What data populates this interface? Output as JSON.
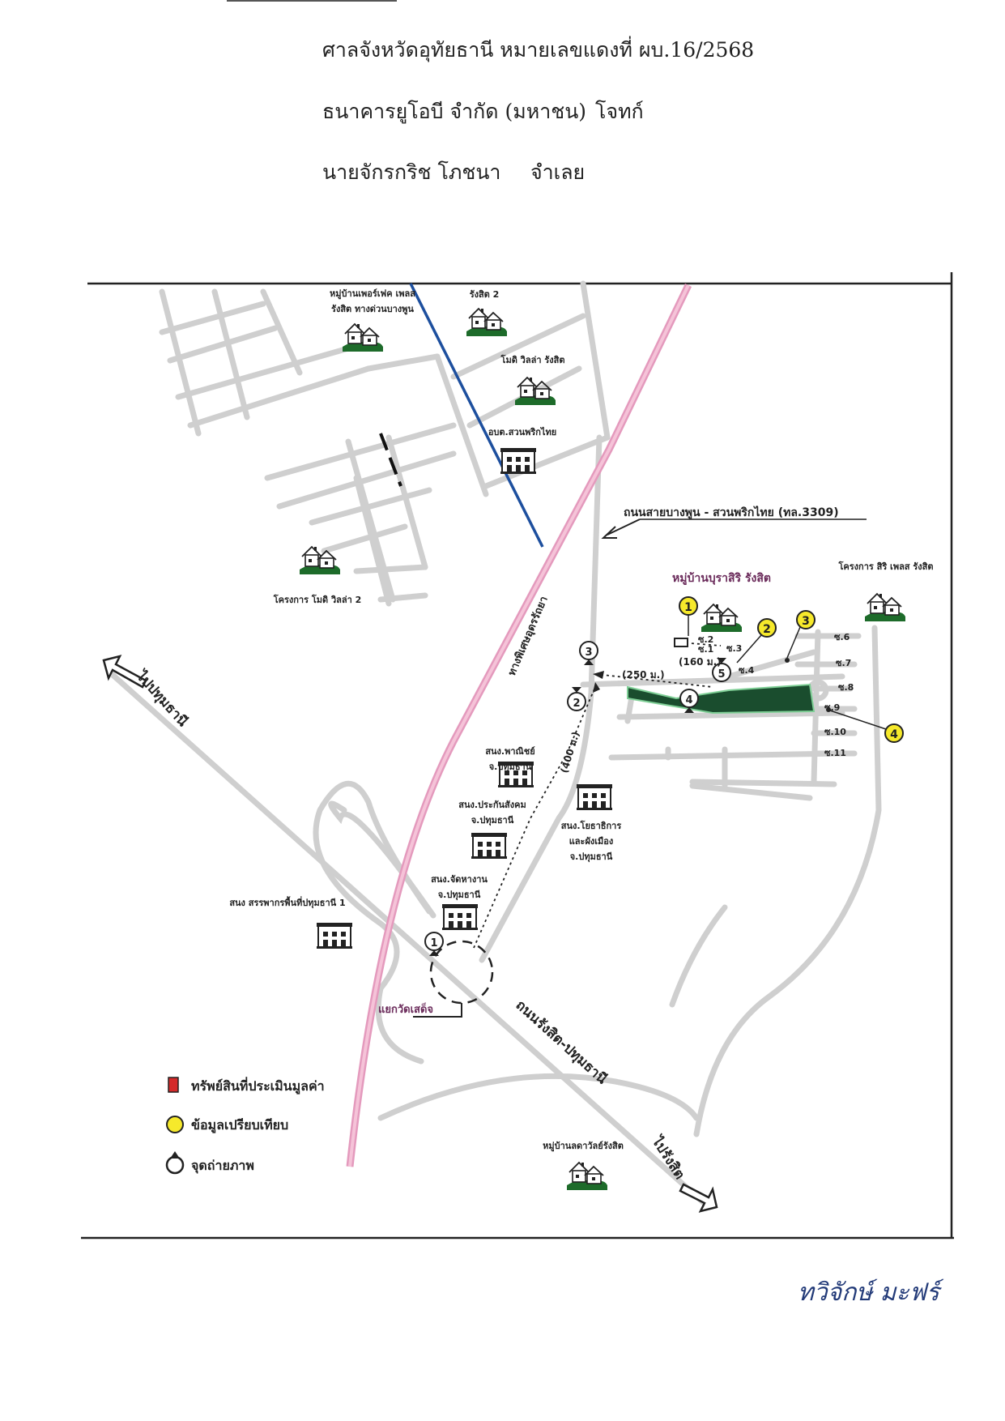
{
  "header": {
    "line1": "ศาลจังหวัดอุทัยธานี หมายเลขแดงที่ ผบ.16/2568",
    "plaintiff": "ธนาคารยูโอบี จำกัด (มหาชน)",
    "plaintiff_role": "โจทก์",
    "defendant": "นายจักรกริช โภชนา",
    "defendant_role": "จำเลย"
  },
  "map": {
    "places": {
      "perfect_place": "หมู่บ้านเพอร์เฟค เพลส",
      "perfect_place_2": "รังสิต ทางด่วนบางพูน",
      "rangsit2": "รังสิต 2",
      "mode_villa": "โมดิ วิลล่า รังสิต",
      "suan_prik_thai": "อบต.สวนพริกไทย",
      "mode_villa_2": "โครงการ โมดิ วิลล่า 2",
      "burasiri": "หมู่บ้านบุราสิริ รังสิต",
      "siri_place": "โครงการ สิริ เพลส รังสิต",
      "commerce_office": "สนง.พาณิชย์",
      "commerce_office_2": "จ.ปทุมธานี",
      "social_security": "สนง.ประกันสังคม",
      "social_security_2": "จ.ปทุมธานี",
      "public_works": "สนง.โยธาธิการ",
      "public_works_2": "และผังเมือง",
      "public_works_3": "จ.ปทุมธานี",
      "employment": "สนง.จัดหางาน",
      "employment_2": "จ.ปทุมธานี",
      "revenue": "สนง สรรพากรพื้นที่ปทุมธานี 1",
      "lad_sawai": "หมู่บ้านลดาวัลย์รังสิต",
      "intersection": "แยกวัดเสด็จ"
    },
    "roads": {
      "road_3309": "ถนนสายบางพูน - สวนพริกไทย (ทล.3309)",
      "expressway": "ทางพิเศษอุดรรัถยา",
      "rangsit_pathum": "ถนนรังสิต-ปทุมธานี",
      "to_pathum": "ไปปทุมธานี",
      "to_rangsit": "ไปรังสิต"
    },
    "sois": [
      "ซ.1",
      "ซ.2",
      "ซ.3",
      "ซ.4",
      "ซ.6",
      "ซ.7",
      "ซ.8",
      "ซ.9",
      "ซ.10",
      "ซ.11"
    ],
    "distances": {
      "d400": "(400 ม.)",
      "d250": "(250 ม.)",
      "d160": "(160 ม.)"
    },
    "comparables": [
      "1",
      "2",
      "3",
      "4"
    ],
    "photo_points": [
      "1",
      "2",
      "3",
      "4",
      "5"
    ]
  },
  "legend": {
    "subject": "ทรัพย์สินที่ประเมินมูลค่า",
    "comparable": "ข้อมูลเปรียบเทียบ",
    "photo": "จุดถ่ายภาพ"
  },
  "signature": "ทวิจักษ์ มะฟร์",
  "colors": {
    "road": "#cfcfcf",
    "expressway": "#ee8fb6",
    "canal": "#1d4f9e",
    "plot": "#1a4d2e",
    "comparable": "#f6e92b",
    "subject": "#d42a2a",
    "label_purple": "#6a2a5a"
  }
}
